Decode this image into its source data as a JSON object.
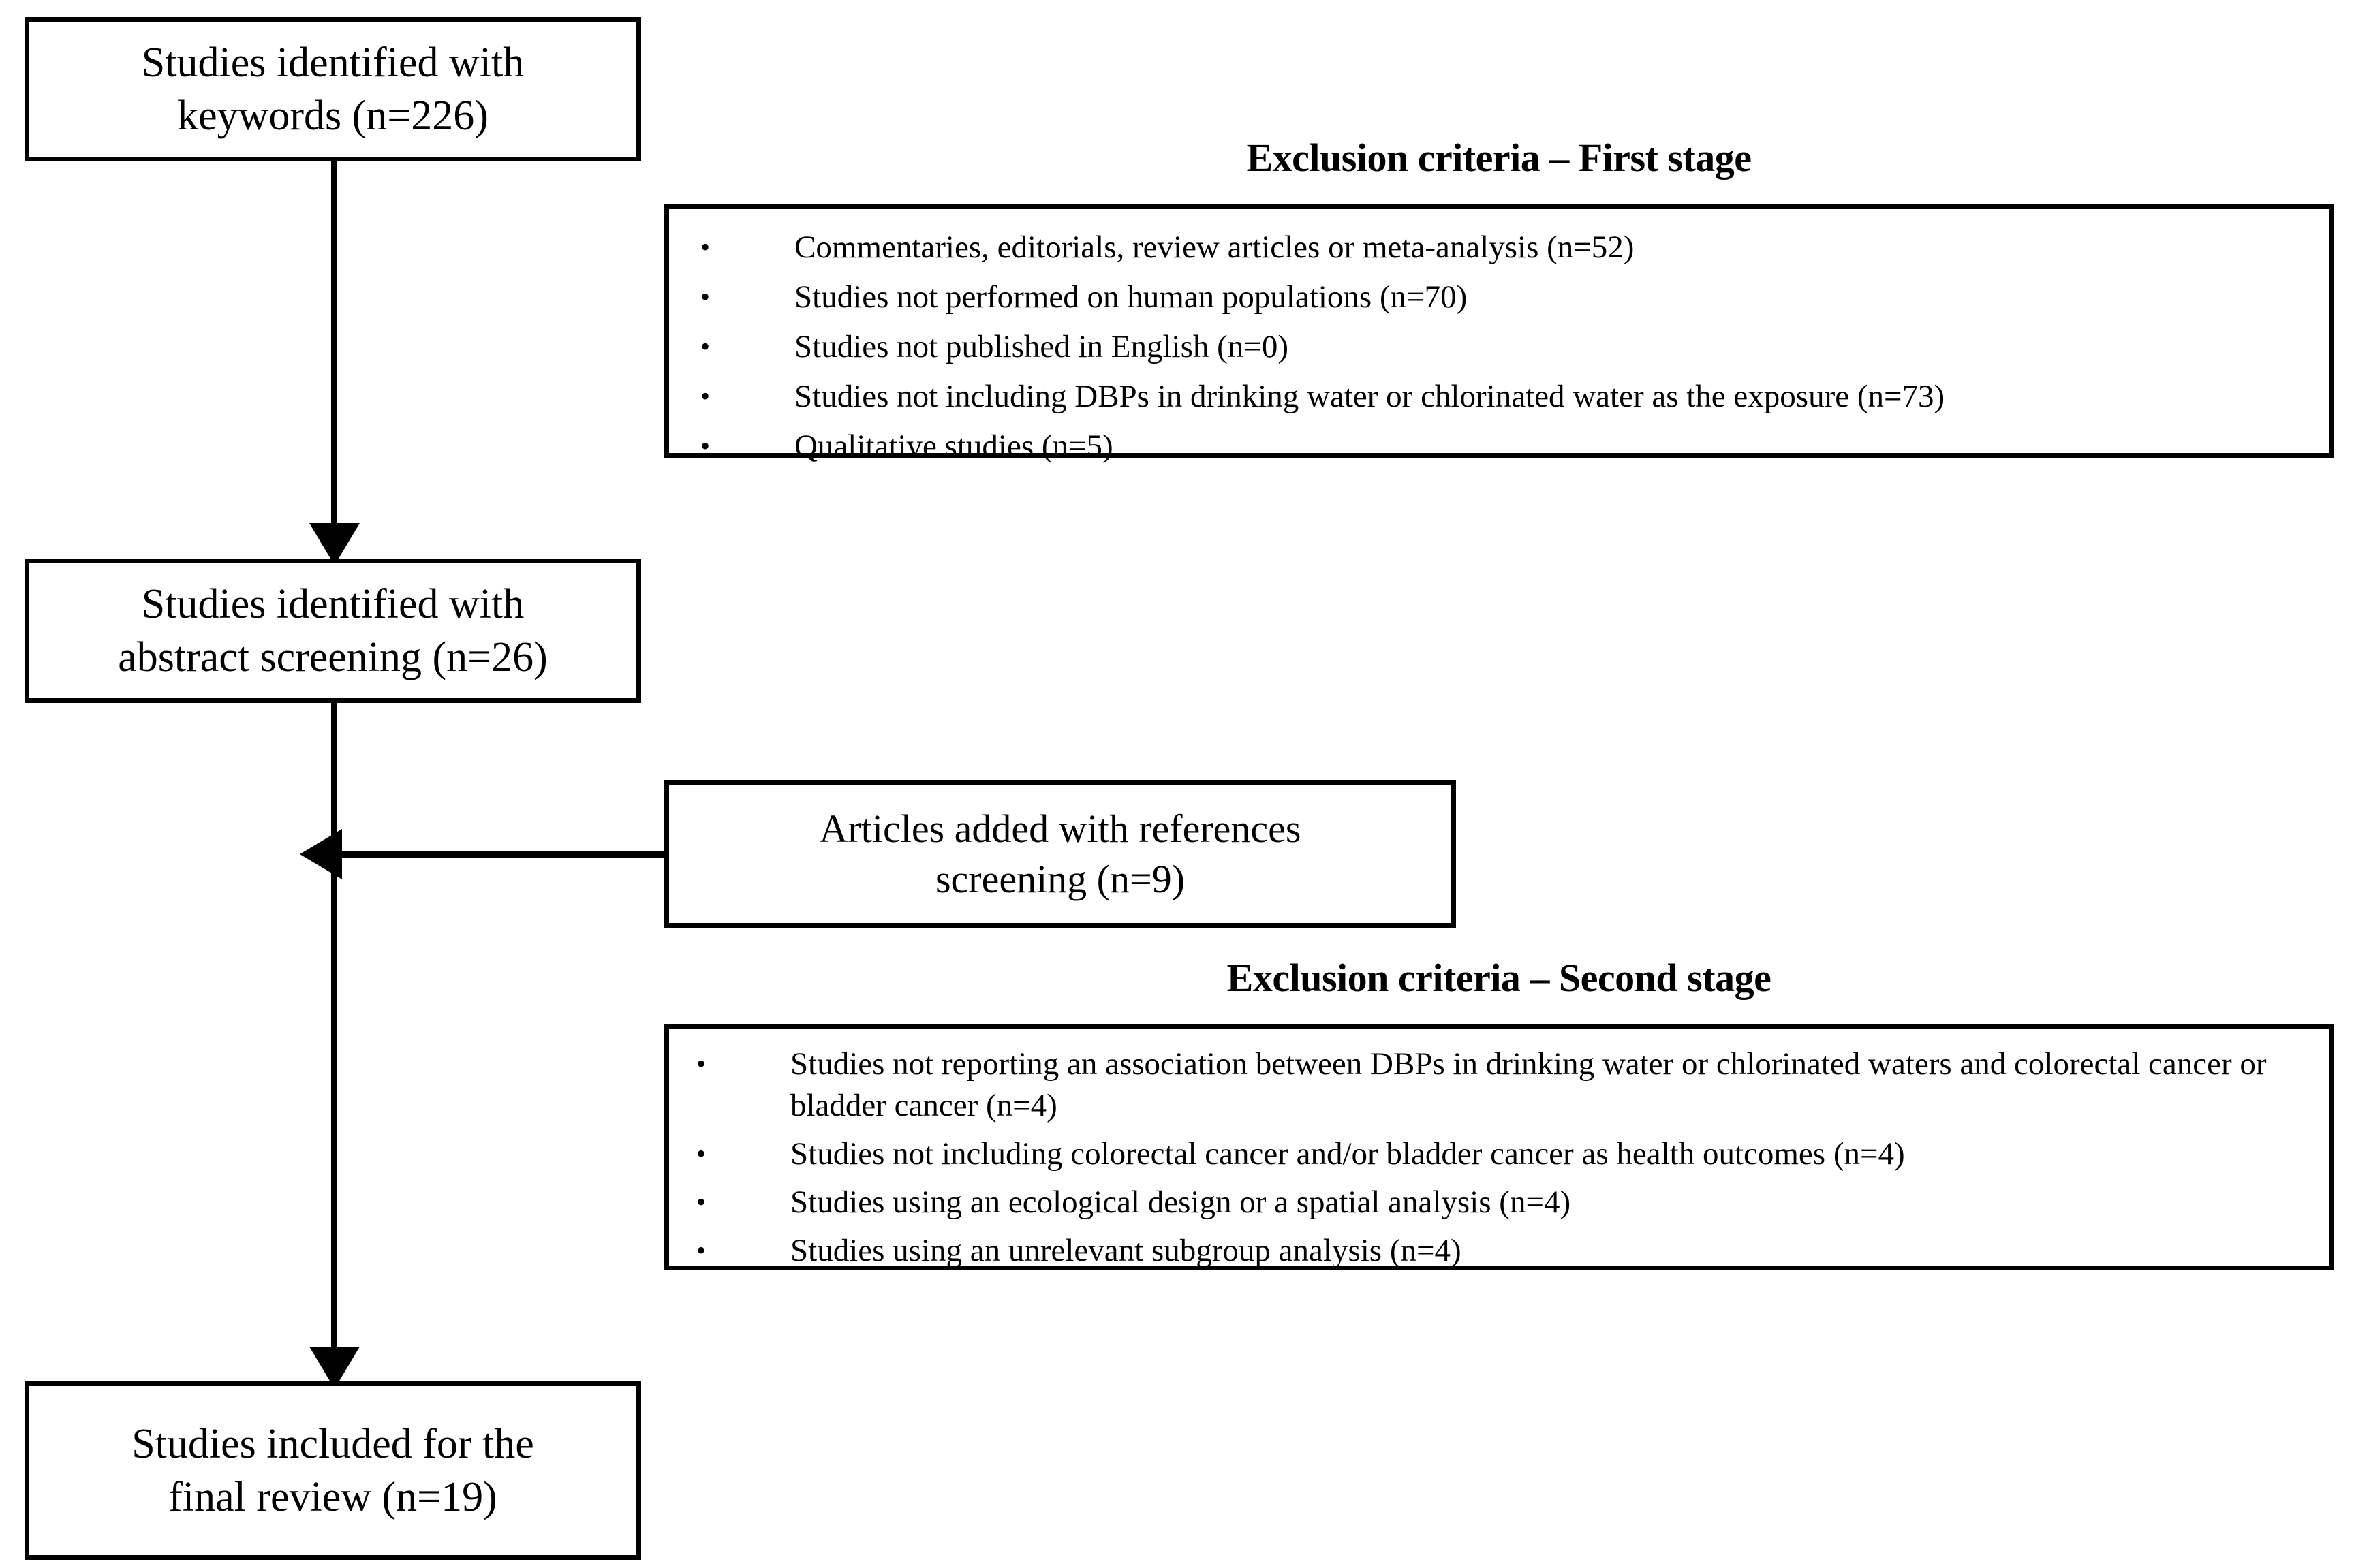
{
  "diagram": {
    "type": "prisma-flow-diagram",
    "flow_boxes": [
      {
        "id": "identified-keywords",
        "line1": "Studies identified with",
        "line2": "keywords (n=226)",
        "count": 226
      },
      {
        "id": "identified-abstract",
        "line1": "Studies identified with",
        "line2": "abstract screening (n=26)",
        "count": 26
      },
      {
        "id": "included-final",
        "line1": "Studies included for the",
        "line2": "final review (n=19)",
        "count": 19
      }
    ],
    "articles_added": {
      "line1": "Articles added with references",
      "line2": "screening (n=9)",
      "count": 9
    },
    "exclusion_first": {
      "heading": "Exclusion criteria – First stage",
      "bullet_glyph": "•",
      "items": [
        "Commentaries,  editorials, review articles or meta-analysis (n=52)",
        "Studies not performed on human populations (n=70)",
        "Studies not published in English (n=0)",
        "Studies not including DBPs in drinking water or chlorinated water as the exposure  (n=73)",
        "Qualitative studies (n=5)"
      ]
    },
    "exclusion_second": {
      "heading": "Exclusion criteria – Second stage",
      "bullet_glyph": "•",
      "items": [
        "Studies not reporting an association between DBPs in drinking water or chlorinated waters and colorectal cancer or bladder cancer  (n=4)",
        "Studies not including colorectal cancer and/or bladder cancer as health outcomes (n=4)",
        "Studies using an ecological design or a spatial analysis  (n=4)",
        "Studies using an unrelevant subgroup analysis (n=4)"
      ]
    },
    "colors": {
      "stroke": "#000000",
      "background": "#ffffff",
      "text": "#000000"
    }
  }
}
